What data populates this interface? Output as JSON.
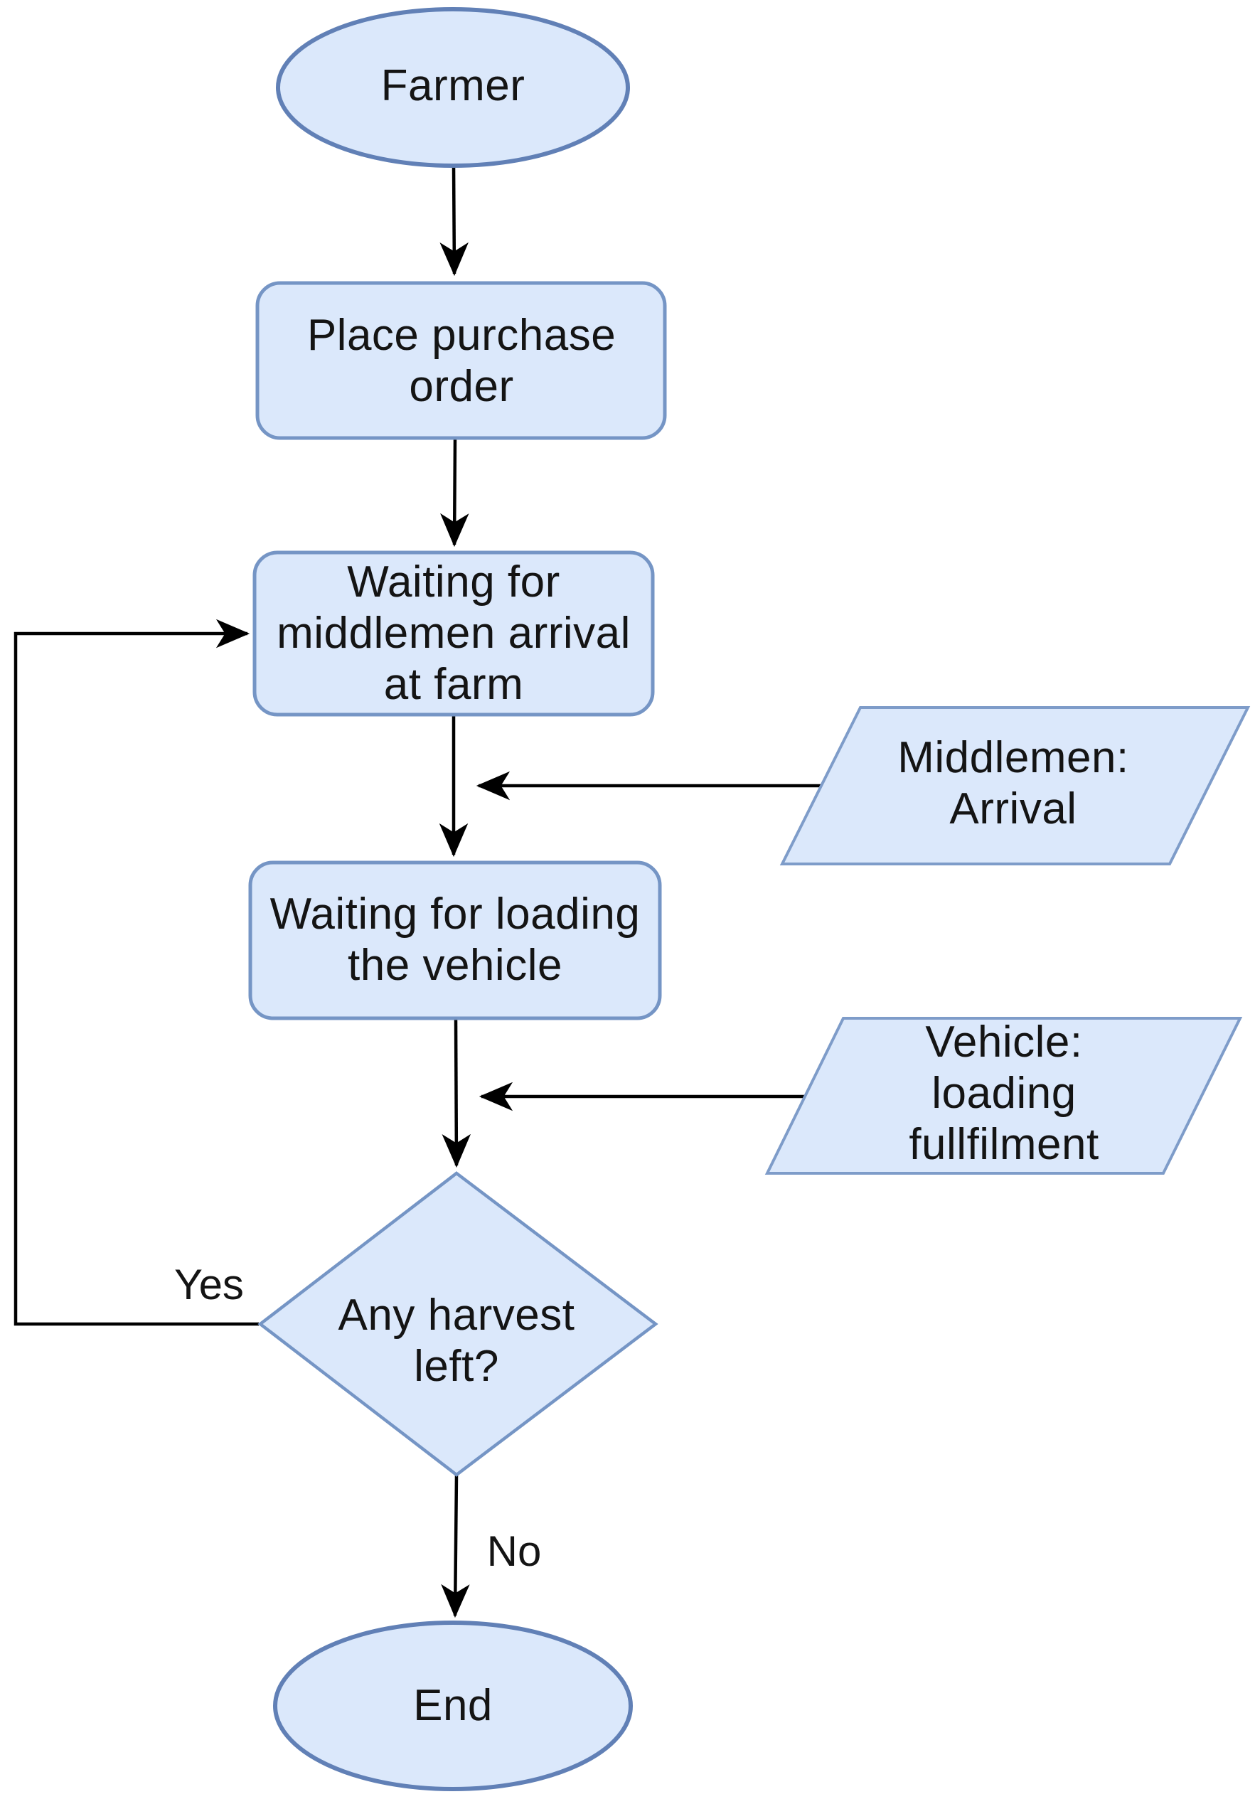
{
  "diagram": {
    "type": "flowchart",
    "colors": {
      "background": "#ffffff",
      "node_fill": "#dbe8fb",
      "terminator_stroke": "#6180b6",
      "process_stroke": "#7595c5",
      "parallelogram_stroke": "#7e9cc9",
      "decision_stroke": "#7595c5",
      "edge_line": "#000000",
      "text": "#141414"
    },
    "nodes": {
      "start": {
        "label": "Farmer",
        "type": "terminator"
      },
      "place_order": {
        "label": "Place purchase\norder",
        "type": "process"
      },
      "wait_middlemen": {
        "label": "Waiting for\nmiddlemen arrival\nat farm",
        "type": "process"
      },
      "wait_loading": {
        "label": "Waiting for loading\nthe vehicle",
        "type": "process"
      },
      "middlemen_arrival": {
        "label": "Middlemen:\nArrival",
        "type": "input-parallelogram"
      },
      "vehicle_fulfilment": {
        "label": "Vehicle: loading\nfullfilment",
        "type": "input-parallelogram"
      },
      "decision": {
        "label": "Any harvest\nleft?",
        "type": "decision"
      },
      "end": {
        "label": "End",
        "type": "terminator"
      }
    },
    "edge_labels": {
      "yes": "Yes",
      "no": "No"
    }
  }
}
